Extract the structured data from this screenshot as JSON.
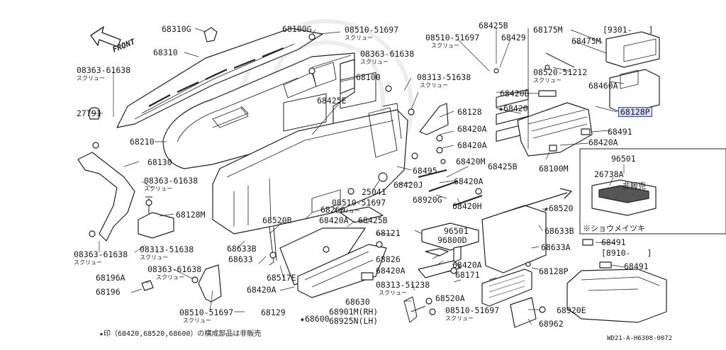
{
  "diagram": {
    "front_label": "FRONT",
    "footnote": "★印（68420,68520,68600）の構成部品は非販売",
    "code": "WD21-A-H6308-0072",
    "highlight_color": "#d6dcf7",
    "highlight_border": "#3040b0",
    "callouts": [
      {
        "id": "c1",
        "text": "68310G"
      },
      {
        "id": "c2",
        "text": "68310"
      },
      {
        "id": "c3",
        "text": "08363-61638",
        "sub": "スクリュー"
      },
      {
        "id": "c4",
        "text": "27791"
      },
      {
        "id": "c5",
        "text": "68210"
      },
      {
        "id": "c6",
        "text": "68130"
      },
      {
        "id": "c7",
        "text": "08363-61638",
        "sub": "スクリュー"
      },
      {
        "id": "c8",
        "text": "68128M"
      },
      {
        "id": "c9",
        "text": "08363-61638",
        "sub": "スクリュー"
      },
      {
        "id": "c10",
        "text": "08313-51638",
        "sub": "スクリュー"
      },
      {
        "id": "c11",
        "text": "08363-61638",
        "sub": "スクリュー"
      },
      {
        "id": "c12",
        "text": "68196A"
      },
      {
        "id": "c13",
        "text": "68196"
      },
      {
        "id": "c14",
        "text": "08510-51697",
        "sub": "スクリュー"
      },
      {
        "id": "c15",
        "text": "68129"
      },
      {
        "id": "c16",
        "text": "68100G"
      },
      {
        "id": "c17",
        "text": "08510-51697",
        "sub": "スクリュー"
      },
      {
        "id": "c18",
        "text": "08363-61638",
        "sub": "スクリュー"
      },
      {
        "id": "c19",
        "text": "68100"
      },
      {
        "id": "c20",
        "text": "08313-51638",
        "sub": "スクリュー"
      },
      {
        "id": "c21",
        "text": "68425E"
      },
      {
        "id": "c22",
        "text": "68425B"
      },
      {
        "id": "c23",
        "text": "08510-51697",
        "sub": "スクリュー"
      },
      {
        "id": "c24",
        "text": "68429"
      },
      {
        "id": "c25",
        "text": "68420B"
      },
      {
        "id": "c26",
        "text": "68420",
        "star": true
      },
      {
        "id": "c27",
        "text": "68128"
      },
      {
        "id": "c28",
        "text": "68420A"
      },
      {
        "id": "c29",
        "text": "68420A"
      },
      {
        "id": "c30",
        "text": "68495"
      },
      {
        "id": "c31",
        "text": "68420M"
      },
      {
        "id": "c32",
        "text": "68425B"
      },
      {
        "id": "c33",
        "text": "68420J"
      },
      {
        "id": "c34",
        "text": "25041"
      },
      {
        "id": "c35",
        "text": "68420A"
      },
      {
        "id": "c36",
        "text": "68920G"
      },
      {
        "id": "c37",
        "text": "68420H"
      },
      {
        "id": "c38",
        "text": "08510-51697",
        "sub": "スクリュー"
      },
      {
        "id": "c39",
        "text": "68260"
      },
      {
        "id": "c40",
        "text": "68520B"
      },
      {
        "id": "c41",
        "text": "68420A"
      },
      {
        "id": "c42",
        "text": "68425B"
      },
      {
        "id": "c43",
        "text": "68633B"
      },
      {
        "id": "c44",
        "text": "68633"
      },
      {
        "id": "c45",
        "text": "68517E"
      },
      {
        "id": "c46",
        "text": "68420A"
      },
      {
        "id": "c47",
        "text": "68121"
      },
      {
        "id": "c48",
        "text": "96501"
      },
      {
        "id": "c49",
        "text": "96800D"
      },
      {
        "id": "c50",
        "text": "68826"
      },
      {
        "id": "c51",
        "text": "68420A"
      },
      {
        "id": "c52",
        "text": "68420A"
      },
      {
        "id": "c53",
        "text": "68171"
      },
      {
        "id": "c54",
        "text": "08313-51238",
        "sub": "スクリュー"
      },
      {
        "id": "c55",
        "text": "68520A"
      },
      {
        "id": "c56",
        "text": "68630"
      },
      {
        "id": "c57",
        "text": "68901M(RH)"
      },
      {
        "id": "c58",
        "text": "68925N(LH)"
      },
      {
        "id": "c59",
        "text": "68600",
        "star": true
      },
      {
        "id": "c60",
        "text": "08510-51697",
        "sub": "スクリュー"
      },
      {
        "id": "c61",
        "text": "68520",
        "star": true
      },
      {
        "id": "c62",
        "text": "68633B"
      },
      {
        "id": "c63",
        "text": "68633A"
      },
      {
        "id": "c64",
        "text": "68128P"
      },
      {
        "id": "c65",
        "text": "68920E"
      },
      {
        "id": "c66",
        "text": "68962"
      },
      {
        "id": "c67",
        "text": "68175M"
      },
      {
        "id": "c68",
        "text": "68475M"
      },
      {
        "id": "c69",
        "text": "08520-51212",
        "sub": "スクリュー"
      },
      {
        "id": "c70",
        "text": "68460A"
      },
      {
        "id": "c71",
        "text": "68128P",
        "highlight": true
      },
      {
        "id": "c72",
        "text": "68491"
      },
      {
        "id": "c73",
        "text": "68420A"
      },
      {
        "id": "c74",
        "text": "68100M"
      },
      {
        "id": "c75",
        "text": "68491"
      },
      {
        "id": "c76",
        "text": "68491"
      }
    ],
    "date_bracket_1": "[9301-　　]",
    "date_bracket_2": "[8910-　　]",
    "inset": {
      "part": "96501",
      "sub_part": "26738A",
      "not_sold": "非販売",
      "caption": "※ショウメイツキ"
    }
  }
}
